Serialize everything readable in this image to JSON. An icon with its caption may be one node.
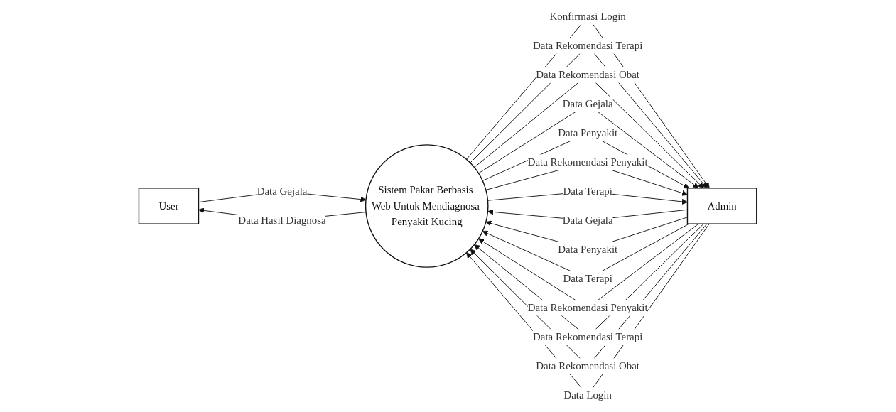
{
  "diagram": {
    "nodes": [
      {
        "text": [
          "User"
        ]
      },
      {
        "text": [
          "Sistem Pakar Berbasis Web Untuk Mendiagnosa Penyakit Kucing"
        ]
      },
      {
        "text": [
          "Admin"
        ]
      }
    ],
    "edges": [
      {
        "from": 0,
        "to": 1,
        "arrow": "to",
        "label": "Data Gejala"
      },
      {
        "from": 1,
        "to": 0,
        "arrow": "to",
        "label": "Data Hasil Diagnosa"
      },
      {
        "from": 2,
        "to": 1,
        "arrow": "to",
        "label": "Data Gejala"
      },
      {
        "from": 2,
        "to": 1,
        "arrow": "to",
        "label": "Data Penyakit"
      },
      {
        "from": 2,
        "to": 1,
        "arrow": "to",
        "label": "Data Terapi"
      },
      {
        "from": 2,
        "to": 1,
        "arrow": "to",
        "label": "Data Rekomendasi Penyakit"
      },
      {
        "from": 2,
        "to": 1,
        "arrow": "to",
        "label": "Data Rekomendasi Terapi"
      },
      {
        "from": 2,
        "to": 1,
        "arrow": "to",
        "label": "Data Rekomendasi Obat"
      },
      {
        "from": 2,
        "to": 1,
        "arrow": "to",
        "label": "Data Login"
      },
      {
        "from": 1,
        "to": 2,
        "arrow": "to",
        "label": "Konfirmasi Login"
      },
      {
        "from": 1,
        "to": 2,
        "arrow": "to",
        "label": "Data Rekomendasi Terapi"
      },
      {
        "from": 1,
        "to": 2,
        "arrow": "to",
        "label": "Data Rekomendasi Obat"
      },
      {
        "from": 1,
        "to": 2,
        "arrow": "to",
        "label": "Data Gejala"
      },
      {
        "from": 1,
        "to": 2,
        "arrow": "to",
        "label": "Data Penyakit"
      },
      {
        "from": 1,
        "to": 2,
        "arrow": "to",
        "label": "Data Rekomendasi Penyakit"
      },
      {
        "from": 1,
        "to": 2,
        "arrow": "to",
        "label": "Data Terapi"
      }
    ]
  }
}
